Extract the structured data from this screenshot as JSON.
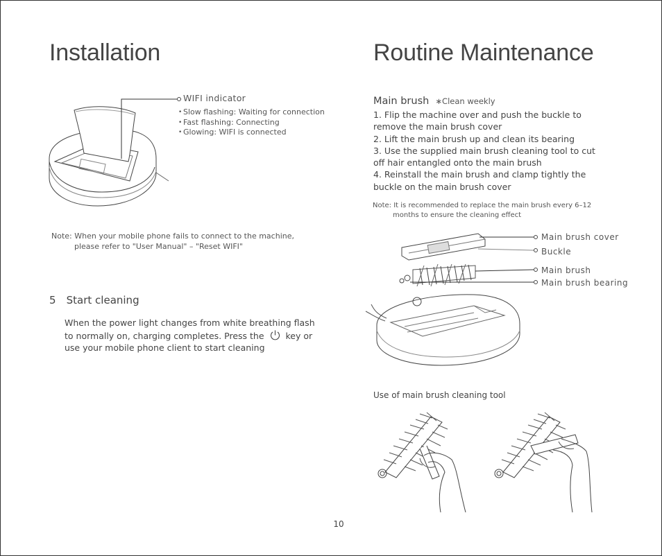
{
  "left": {
    "title": "Installation",
    "wifi_indicator": {
      "label": "WIFI indicator",
      "states": [
        "Slow flashing: Waiting for connection",
        "Fast flashing: Connecting",
        "Glowing: WIFI is connected"
      ]
    },
    "note": {
      "prefix": "Note:",
      "line1": "When your mobile phone fails to connect to the machine,",
      "line2": "please refer to \"User Manual\" – \"Reset WIFI\""
    },
    "step": {
      "number": "5",
      "title": "Start cleaning",
      "text_before_icon": "When the power light changes from white breathing flash to normally on, charging completes. Press the",
      "text_after_icon": "key or use your mobile phone client to start cleaning",
      "icon": "power-icon"
    }
  },
  "right": {
    "title": "Routine Maintenance",
    "main_brush": {
      "heading": "Main brush",
      "frequency": "∗Clean weekly",
      "steps": [
        "1. Flip the machine over and push the buckle to remove the main brush cover",
        "2. Lift the main brush up and clean its bearing",
        "3. Use the supplied main brush cleaning tool to cut off hair entangled onto the main brush",
        "4. Reinstall the main brush and clamp tightly the buckle on the main brush cover"
      ],
      "note_prefix": "Note:",
      "note_line1": "It is recommended to replace the main brush every 6–12",
      "note_line2": "months to ensure the cleaning effect"
    },
    "parts": [
      "Main brush cover",
      "Buckle",
      "Main brush",
      "Main brush bearing"
    ],
    "tool_caption": "Use of main brush cleaning tool"
  },
  "page_number": "10"
}
